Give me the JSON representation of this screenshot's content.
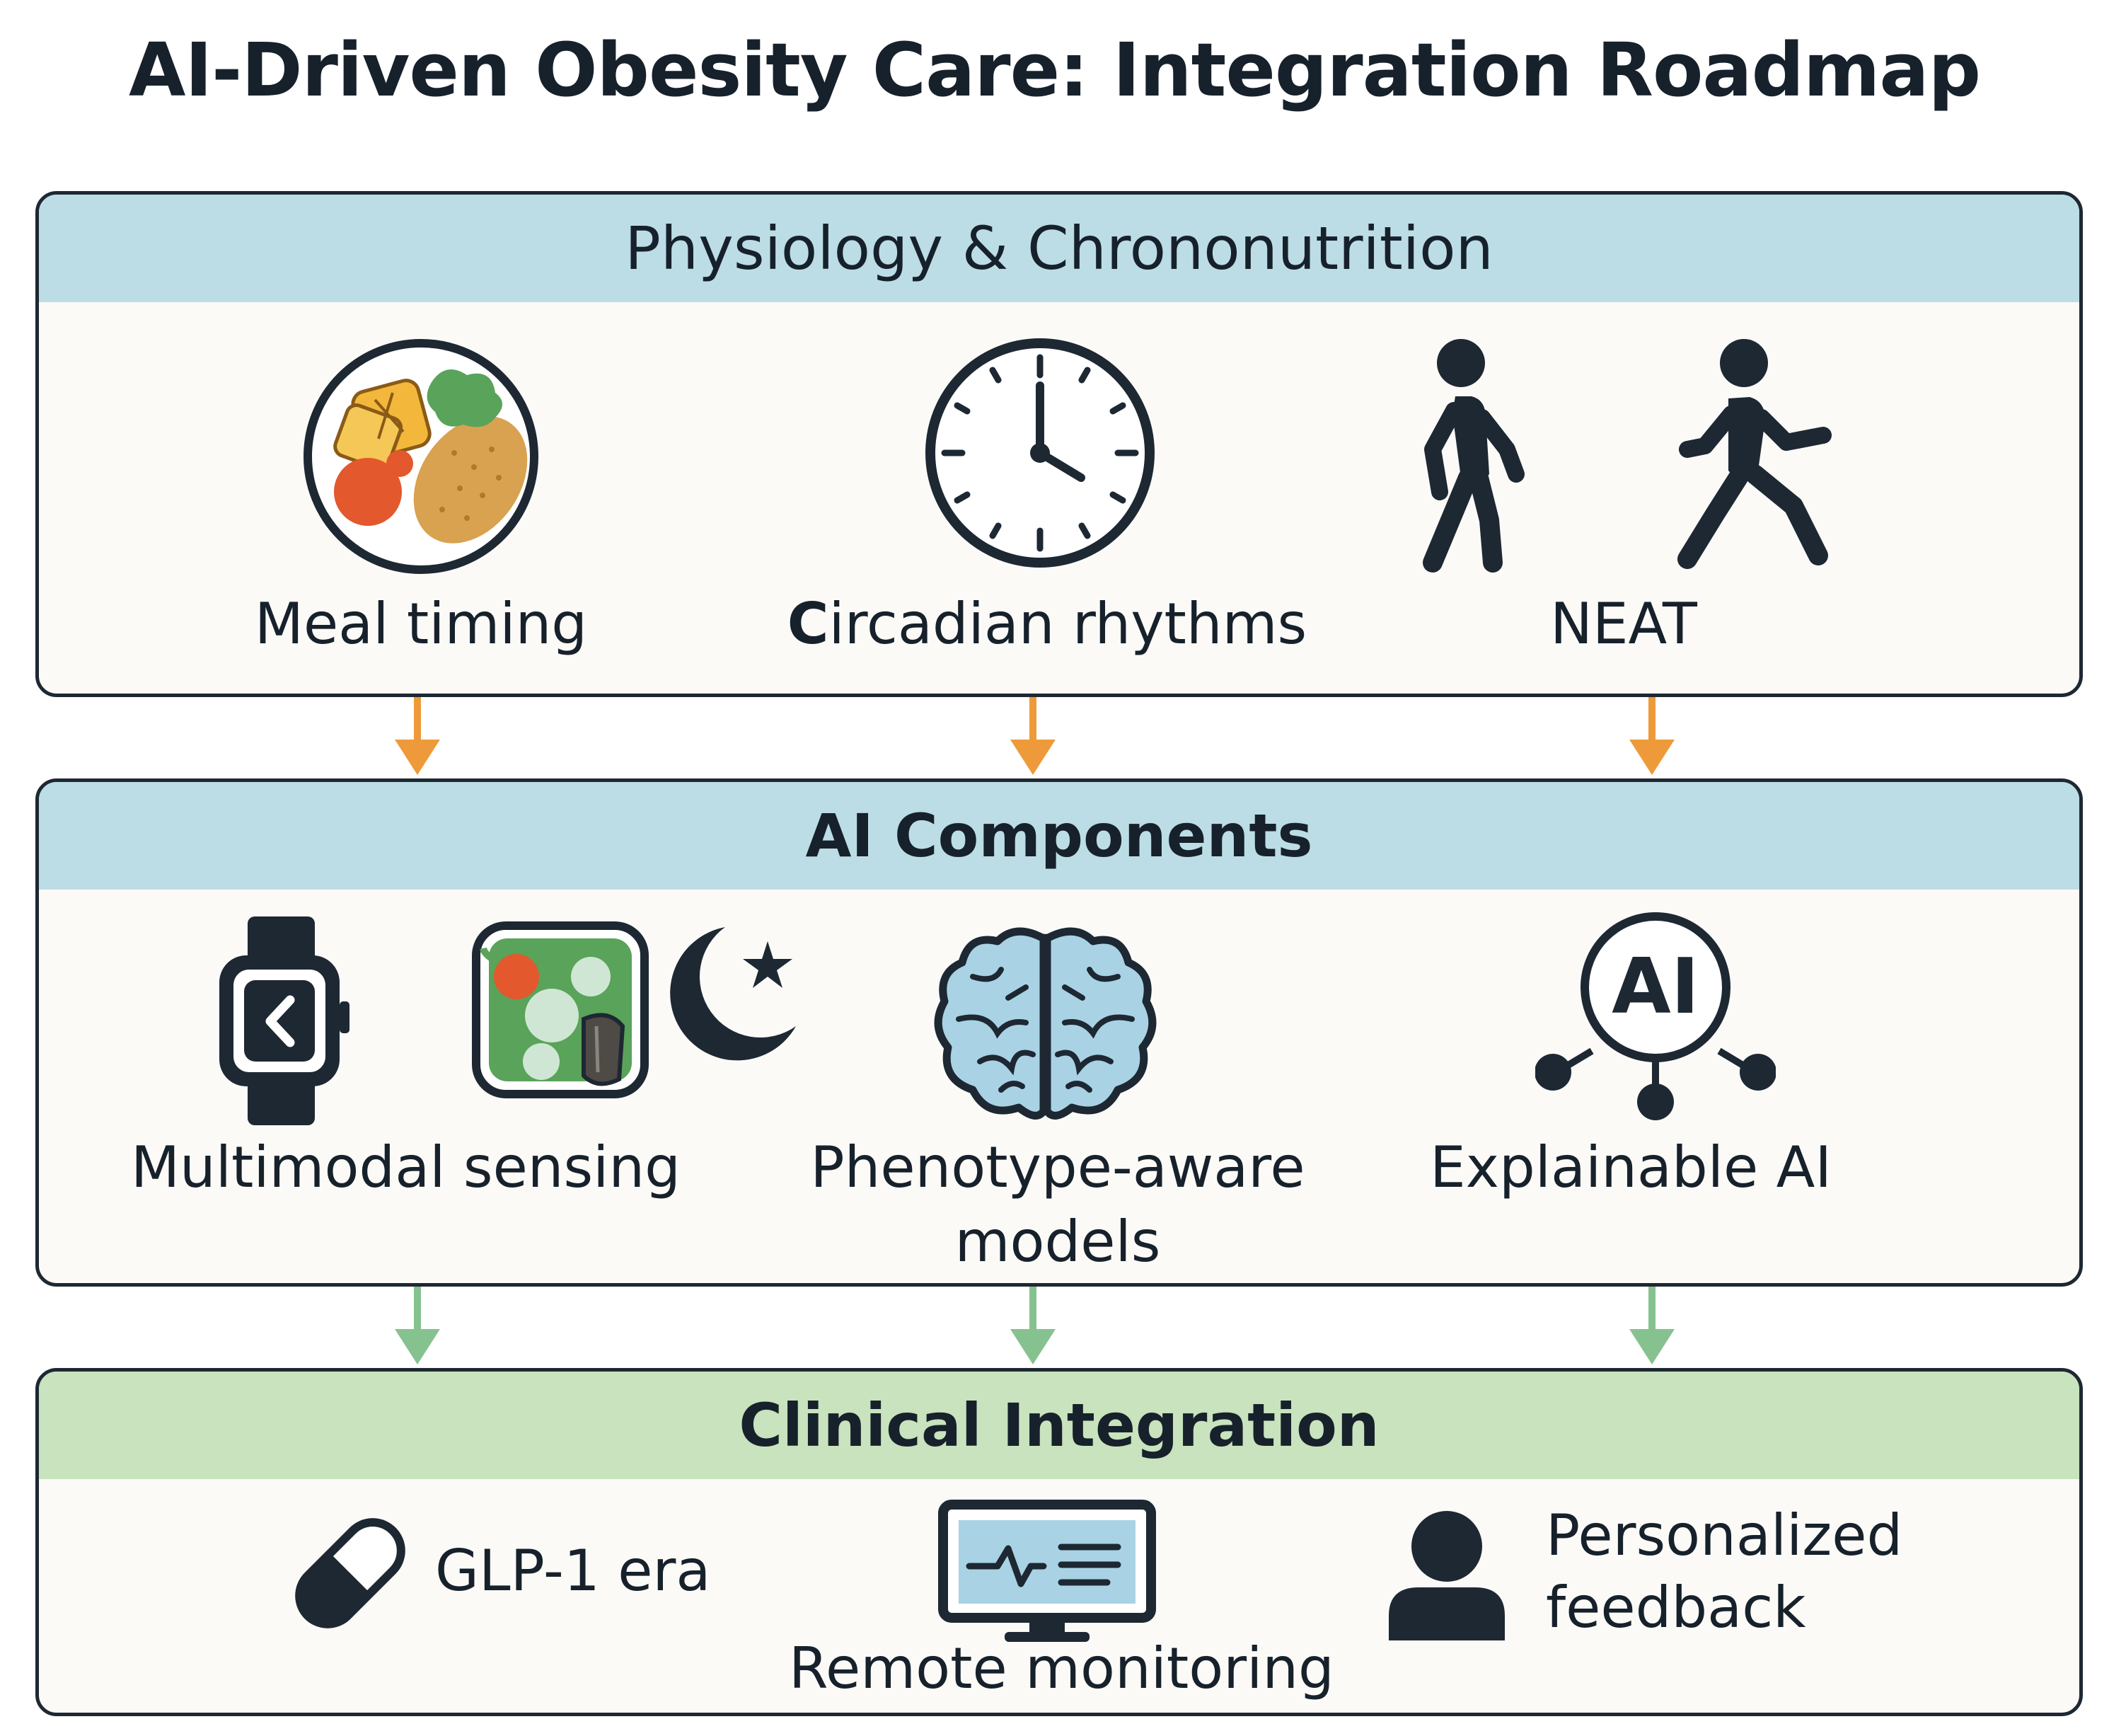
{
  "title": "AI-Driven Obesity Care: Integration Roadmap",
  "colors": {
    "dark": "#1d2833",
    "header_blue": "#bcdde5",
    "header_green": "#c8e3bd",
    "panel_bg": "#fbfaf7",
    "arrow_orange": "#ee9a3a",
    "arrow_green": "#86c28f",
    "brain_blue": "#a9d3e4"
  },
  "sections": [
    {
      "header": "Physiology & Chrononutrition",
      "items": [
        {
          "icon": "food-plate-icon",
          "label": "Meal timing"
        },
        {
          "icon": "clock-icon",
          "label_first": "C",
          "label_rest": "ircadian rhythms"
        },
        {
          "icon": "walking-figures-icon",
          "label": "NEAT"
        }
      ]
    },
    {
      "header": "AI Components",
      "items": [
        {
          "icon": "smartwatch-icon",
          "icon2": "food-photo-icon",
          "icon3": "moon-star-icon",
          "label": "Multimodal sensing"
        },
        {
          "icon": "brain-icon",
          "label_line1": "Phenotype-aware",
          "label_line2": "models"
        },
        {
          "icon": "ai-network-icon",
          "icon_text": "AI",
          "label": "Explainable AI"
        }
      ]
    },
    {
      "header": "Clinical Integration",
      "items": [
        {
          "icon": "pill-icon",
          "label": "GLP-1 era"
        },
        {
          "icon": "monitor-icon",
          "label": "Remote monitoring"
        },
        {
          "icon": "person-icon",
          "label_line1": "Personalized",
          "label_line2": "feedback"
        }
      ]
    }
  ]
}
